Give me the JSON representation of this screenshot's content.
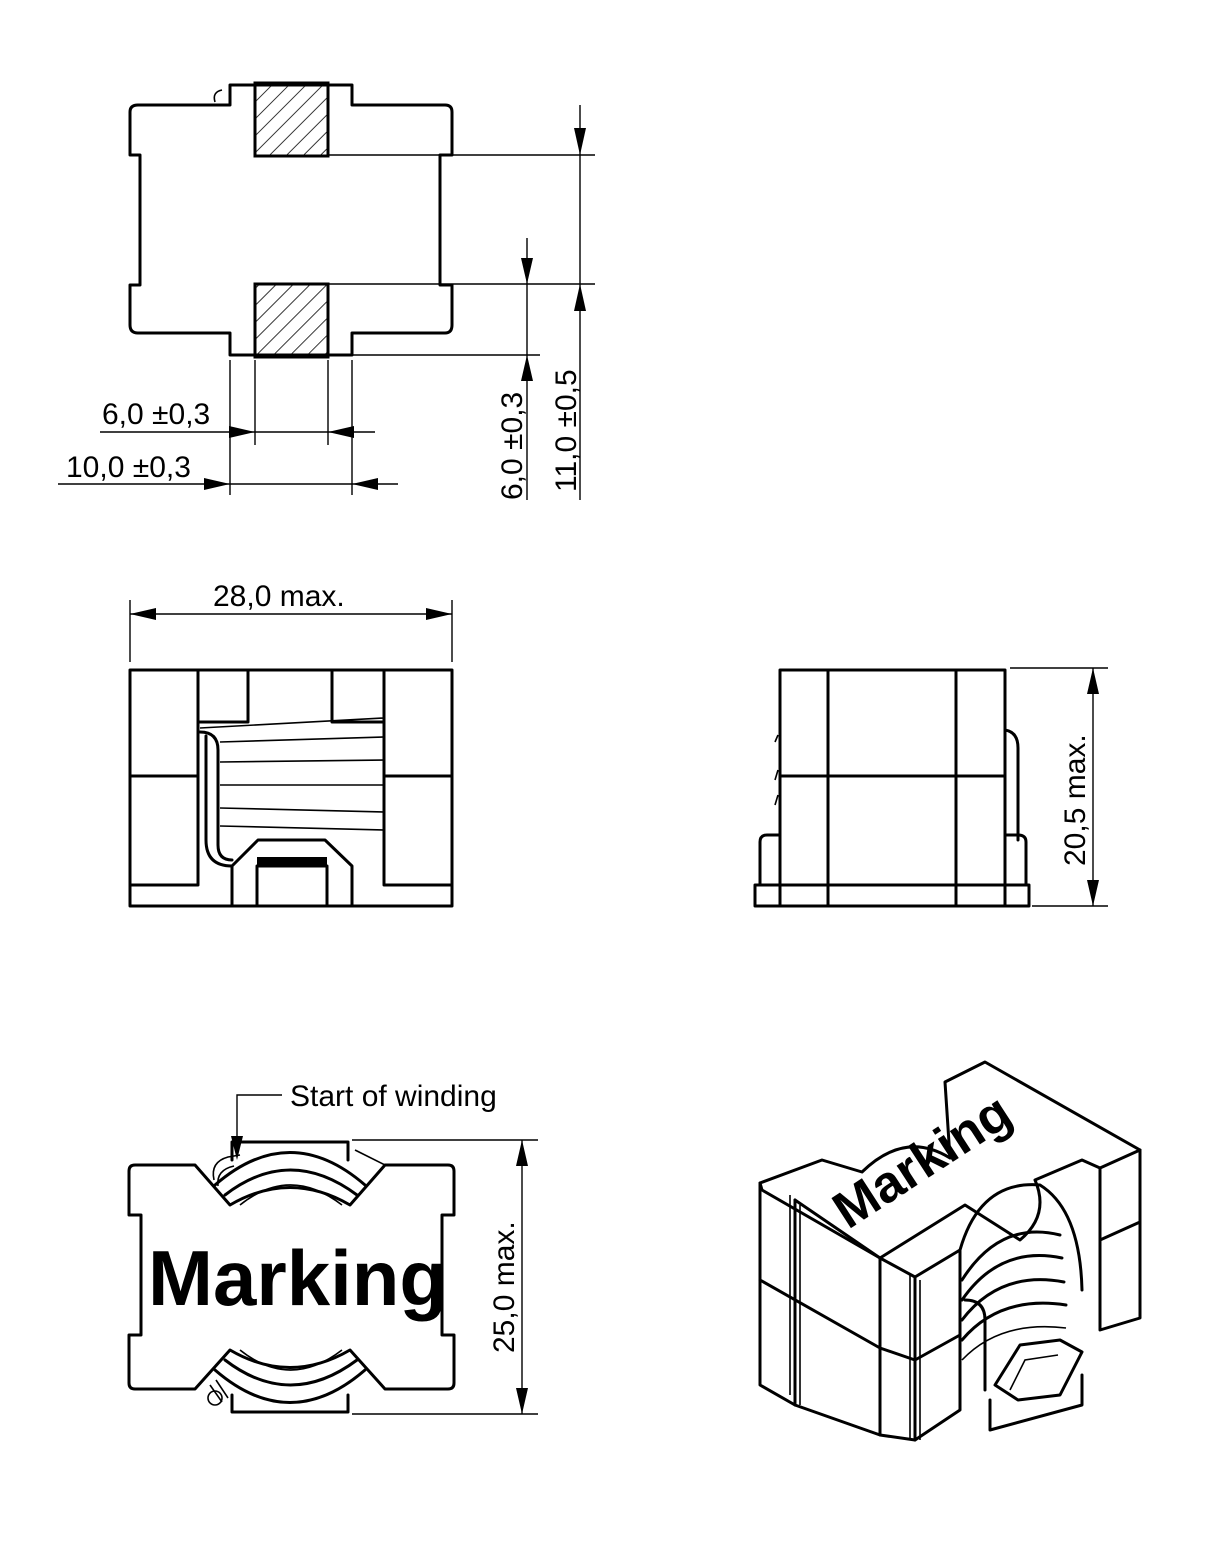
{
  "diagram": {
    "dimensions": {
      "pad_width": "6,0 ±0,3",
      "pad_span": "10,0 ±0,3",
      "pad_length": "6,0 ±0,3",
      "pad_pitch": "11,0 ±0,5",
      "body_length": "28,0 max.",
      "body_height": "20,5 max.",
      "body_width": "25,0 max."
    },
    "labels": {
      "start_of_winding": "Start of winding",
      "marking_top": "Marking",
      "marking_iso": "Marking"
    }
  }
}
